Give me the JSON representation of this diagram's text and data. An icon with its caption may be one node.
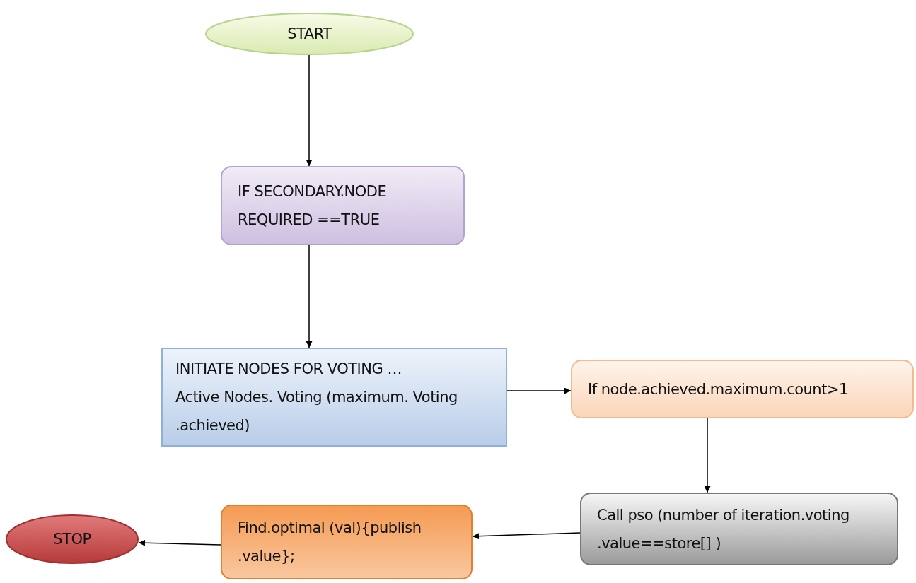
{
  "diagram": {
    "nodes": [
      {
        "text": [
          "START"
        ]
      },
      {
        "text": [
          "IF SECONDARY.NODE REQUIRED ==TRUE"
        ]
      },
      {
        "text": [
          "INITIATE NODES FOR VOTING …",
          "Active Nodes. Voting (maximum. Voting .achieved)"
        ]
      },
      {
        "text": [
          "If node.achieved.maximum.count>1"
        ]
      },
      {
        "text": [
          "Call pso (number of iteration.voting .value==store[] )"
        ]
      },
      {
        "text": [
          "Find.optimal (val){publish .value};"
        ]
      },
      {
        "text": [
          "STOP"
        ]
      }
    ],
    "edges": [
      {
        "from": 0,
        "to": 1,
        "arrow": "to"
      },
      {
        "from": 1,
        "to": 2,
        "arrow": "to"
      },
      {
        "from": 2,
        "to": 3,
        "arrow": "to"
      },
      {
        "from": 3,
        "to": 4,
        "arrow": "to"
      },
      {
        "from": 4,
        "to": 5,
        "arrow": "to"
      },
      {
        "from": 5,
        "to": 6,
        "arrow": "to"
      }
    ]
  }
}
